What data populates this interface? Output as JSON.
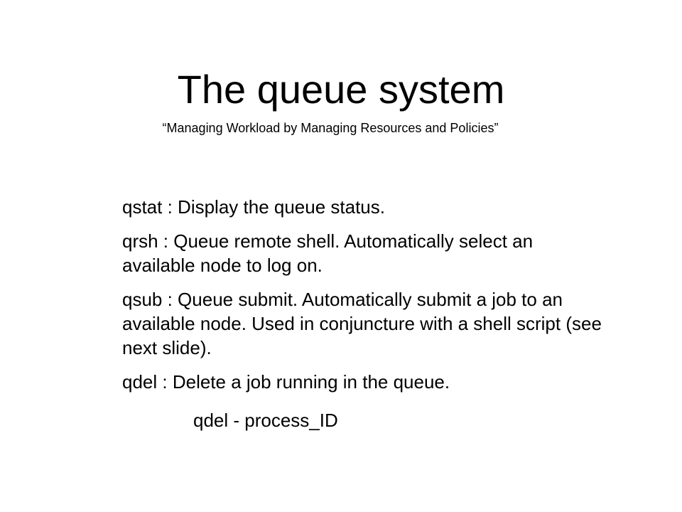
{
  "slide": {
    "title": "The queue system",
    "subtitle": "“Managing Workload by Managing Resources and Policies”",
    "items": [
      "qstat : Display the queue status.",
      "qrsh : Queue remote shell. Automatically select an available node to log on.",
      "qsub : Queue submit. Automatically submit a job to an available node. Used in conjuncture with a shell script (see next slide).",
      "qdel : Delete a job running in the queue."
    ],
    "sub_item": "qdel - process_ID"
  }
}
